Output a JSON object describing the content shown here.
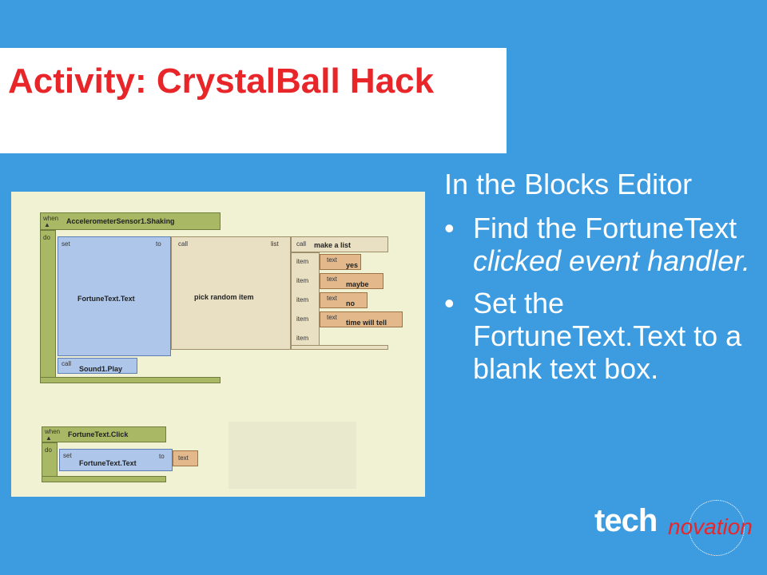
{
  "slide": {
    "title": "Activity: CrystalBall Hack",
    "intro": "In the Blocks Editor",
    "bullet1_a": "Find the FortuneText ",
    "bullet1_em": "clicked event handler.",
    "bullet2": "Set the FortuneText.Text to a blank text box."
  },
  "blocks": {
    "when": "when",
    "do": "do",
    "set": "set",
    "to": "to",
    "call": "call",
    "list": "list",
    "item": "item",
    "text": "text",
    "shaking_event": "AccelerometerSensor1.Shaking",
    "fortune_text": "FortuneText.Text",
    "pick_random": "pick random item",
    "make_list": "make a list",
    "items": [
      "yes",
      "maybe",
      "no",
      "time will tell"
    ],
    "sound_play": "Sound1.Play",
    "click_event": "FortuneText.Click"
  },
  "logo": {
    "tech": "tech",
    "novation": "novation"
  },
  "colors": {
    "background": "#3d9be0",
    "title_color": "#e8262a",
    "panel": "#f1f1d4"
  }
}
